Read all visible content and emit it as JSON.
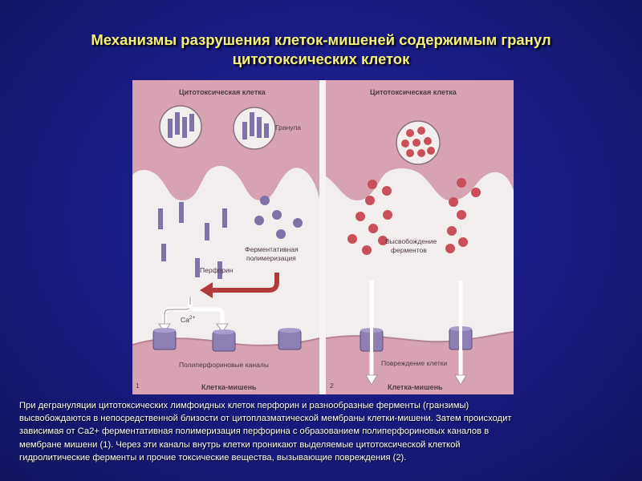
{
  "title": {
    "line1": "Механизмы разрушения клеток-мишеней содержимым гранул",
    "line2": "цитотоксических клеток"
  },
  "diagram": {
    "panel1": {
      "number": "1",
      "cell_top": "Цитотоксическая клетка",
      "granule": "Гранула",
      "perforin": "Перфорин",
      "polymerization_line1": "Ферментативная",
      "polymerization_line2": "полимеризация",
      "calcium": "Ca",
      "calcium_sup": "2+",
      "channels": "Полиперфориновые каналы",
      "target": "Клетка-мишень"
    },
    "panel2": {
      "number": "2",
      "cell_top": "Цитотоксическая клетка",
      "release_line1": "Высвобождение",
      "release_line2": "ферментов",
      "damage": "Повреждение клетки",
      "target": "Клетка-мишень"
    }
  },
  "caption": {
    "line1": "При дегрануляции цитотоксических лимфоидных клеток перфорин и разнообразные ферменты (гранзимы)",
    "line2": "высвобождаются в непосредственной близости от цитоплазматической мембраны клетки-мишени. Затем происходит",
    "line3": "зависимая от Са2+ ферментативная полимеризация перфорина с образованием полиперфориновых каналов в",
    "line4": "мембране мишени (1). Через эти каналы внутрь клетки проникают выделяемые цитотоксической клеткой",
    "line5": "гидролитические ферменты и прочие токсические вещества, вызывающие повреждения (2)."
  },
  "colors": {
    "background": "#1a1c86",
    "title": "#f4f07a",
    "cell_pink": "#d7a2b2",
    "granule_bar": "#7e72a8",
    "enzyme_red": "#c9505a",
    "arrow_red": "#b33a3a",
    "channel": "#8d7fb3"
  }
}
